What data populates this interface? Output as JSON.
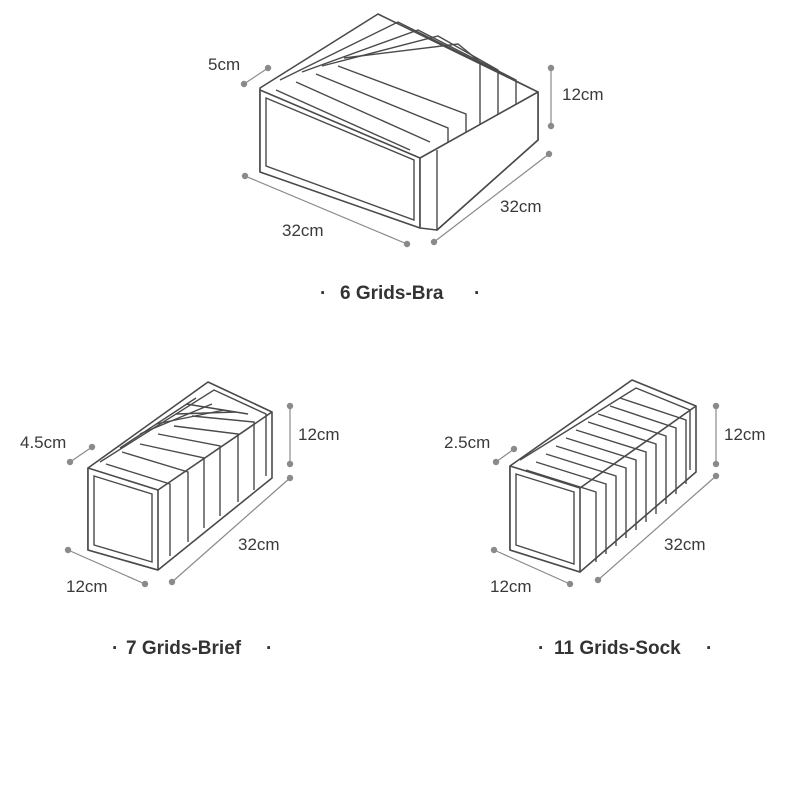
{
  "organizers": [
    {
      "caption": "6 Grids-Bra",
      "grid_width": "5cm",
      "height": "12cm",
      "length": "32cm",
      "width": "32cm",
      "grids": 6
    },
    {
      "caption": "7 Grids-Brief",
      "grid_width": "4.5cm",
      "height": "12cm",
      "length": "32cm",
      "width": "12cm",
      "grids": 7
    },
    {
      "caption": "11 Grids-Sock",
      "grid_width": "2.5cm",
      "height": "12cm",
      "length": "32cm",
      "width": "12cm",
      "grids": 11
    }
  ],
  "colors": {
    "outline": "#4a4a4a",
    "dimension_line": "#8a8a8a",
    "text": "#333333"
  }
}
